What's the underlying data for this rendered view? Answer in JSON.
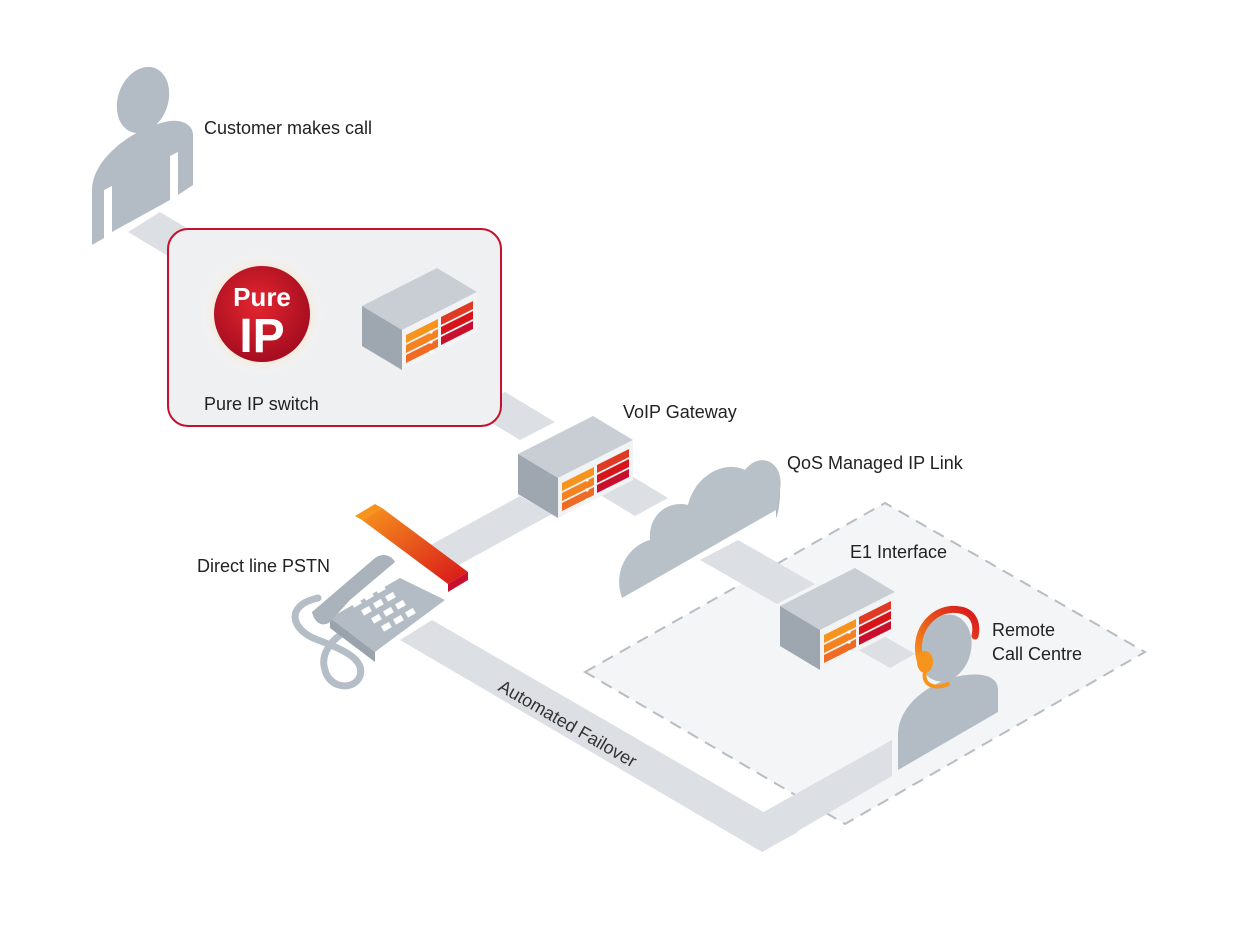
{
  "labels": {
    "customer": "Customer makes call",
    "pure_ip_switch": "Pure IP switch",
    "voip_gateway": "VoIP Gateway",
    "qos_link": "QoS Managed IP Link",
    "e1_interface": "E1 Interface",
    "remote_call_centre_line1": "Remote",
    "remote_call_centre_line2": "Call Centre",
    "direct_line_pstn": "Direct line PSTN",
    "automated_failover": "Automated Failover"
  },
  "logo": {
    "text_line1": "Pure",
    "text_line2": "IP"
  },
  "colors": {
    "link_path": "#dcdfe3",
    "device_top": "#c6ccd2",
    "device_side": "#9aa3ab",
    "switch_box_border": "#c8102e",
    "switch_box_fill": "#eff0f2",
    "logo_red": "#c8102e",
    "orange": "#f7941d",
    "red": "#d7141a",
    "person": "#b3bcc4",
    "cloud": "#b9c1c8",
    "zone_border": "#b7bdc3",
    "zone_fill": "#f3f4f5"
  },
  "icons": [
    "customer-person-icon",
    "server-icon",
    "cloud-icon",
    "telephone-icon",
    "headset-agent-icon"
  ]
}
